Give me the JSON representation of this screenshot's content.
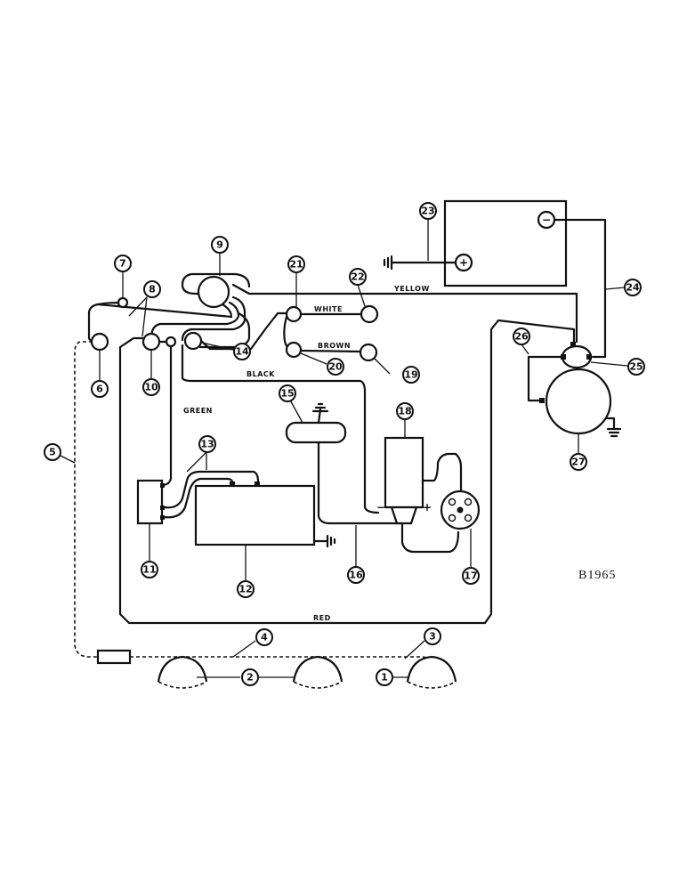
{
  "diagram": {
    "reference_code": "B1965",
    "wire_labels": {
      "yellow": "YELLOW",
      "white": "WHITE",
      "brown": "BROWN",
      "black": "BLACK",
      "green": "GREEN",
      "red": "RED"
    },
    "battery_terminals": {
      "negative": "−",
      "positive": "+"
    },
    "coil_terminals": {
      "negative": "−",
      "positive": "+"
    },
    "callouts": [
      "1",
      "2",
      "3",
      "4",
      "5",
      "6",
      "7",
      "8",
      "9",
      "10",
      "11",
      "12",
      "13",
      "14",
      "15",
      "16",
      "17",
      "18",
      "19",
      "20",
      "21",
      "22",
      "23",
      "24",
      "25",
      "26",
      "27"
    ]
  }
}
